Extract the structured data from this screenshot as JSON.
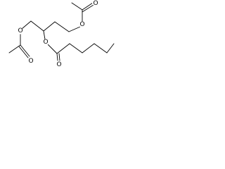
{
  "diagram": {
    "type": "skeletal-structural-formula",
    "atoms": {
      "o_ester_top_right": "O",
      "o_carbonyl_top_right": "O",
      "o_ester_left": "O",
      "o_carbonyl_left": "O",
      "o_ester_middle": "O",
      "o_carbonyl_middle": "O"
    },
    "colors": {
      "bond": "#000000",
      "label": "#000000",
      "background": "#ffffff"
    }
  }
}
